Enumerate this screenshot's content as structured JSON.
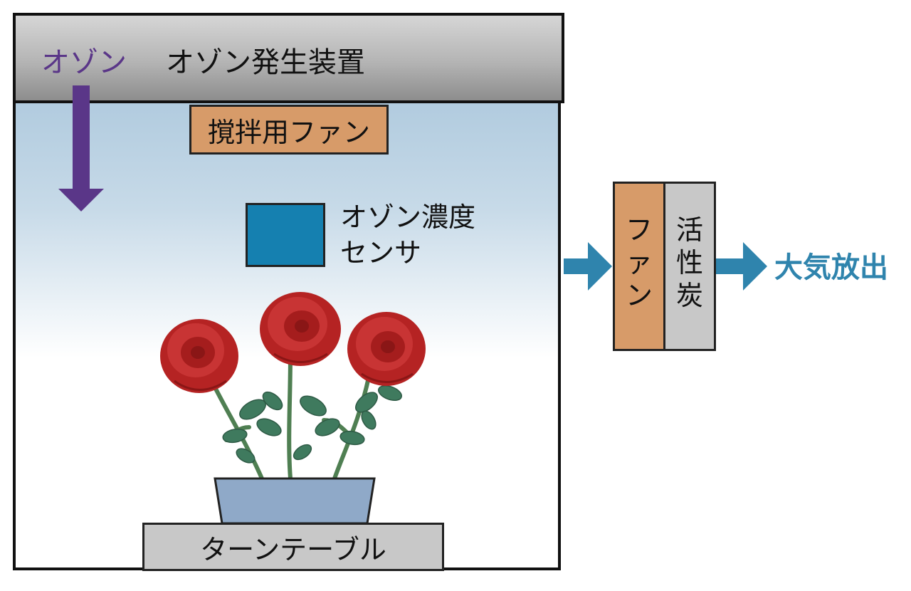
{
  "generator": {
    "ozone_label": "オゾン",
    "title": "オゾン発生装置"
  },
  "stir_fan": {
    "label": "撹拌用ファン"
  },
  "sensor": {
    "line1": "オゾン濃度",
    "line2": "センサ"
  },
  "turntable": {
    "label": "ターンテーブル"
  },
  "exhaust": {
    "fan_chars": [
      "フ",
      "ァ",
      "ン"
    ],
    "carbon_chars": [
      "活",
      "性",
      "炭"
    ],
    "release_label": "大気放出"
  },
  "colors": {
    "ozone_arrow": "#5a3688",
    "exhaust_arrow": "#2f84ad",
    "fan": "#d79b69",
    "carbon": "#c8c8c8",
    "sensor": "#1580b0",
    "rose": "#c42a2a",
    "leaf": "#3f7a5e",
    "pot": "#8fa9c8"
  }
}
